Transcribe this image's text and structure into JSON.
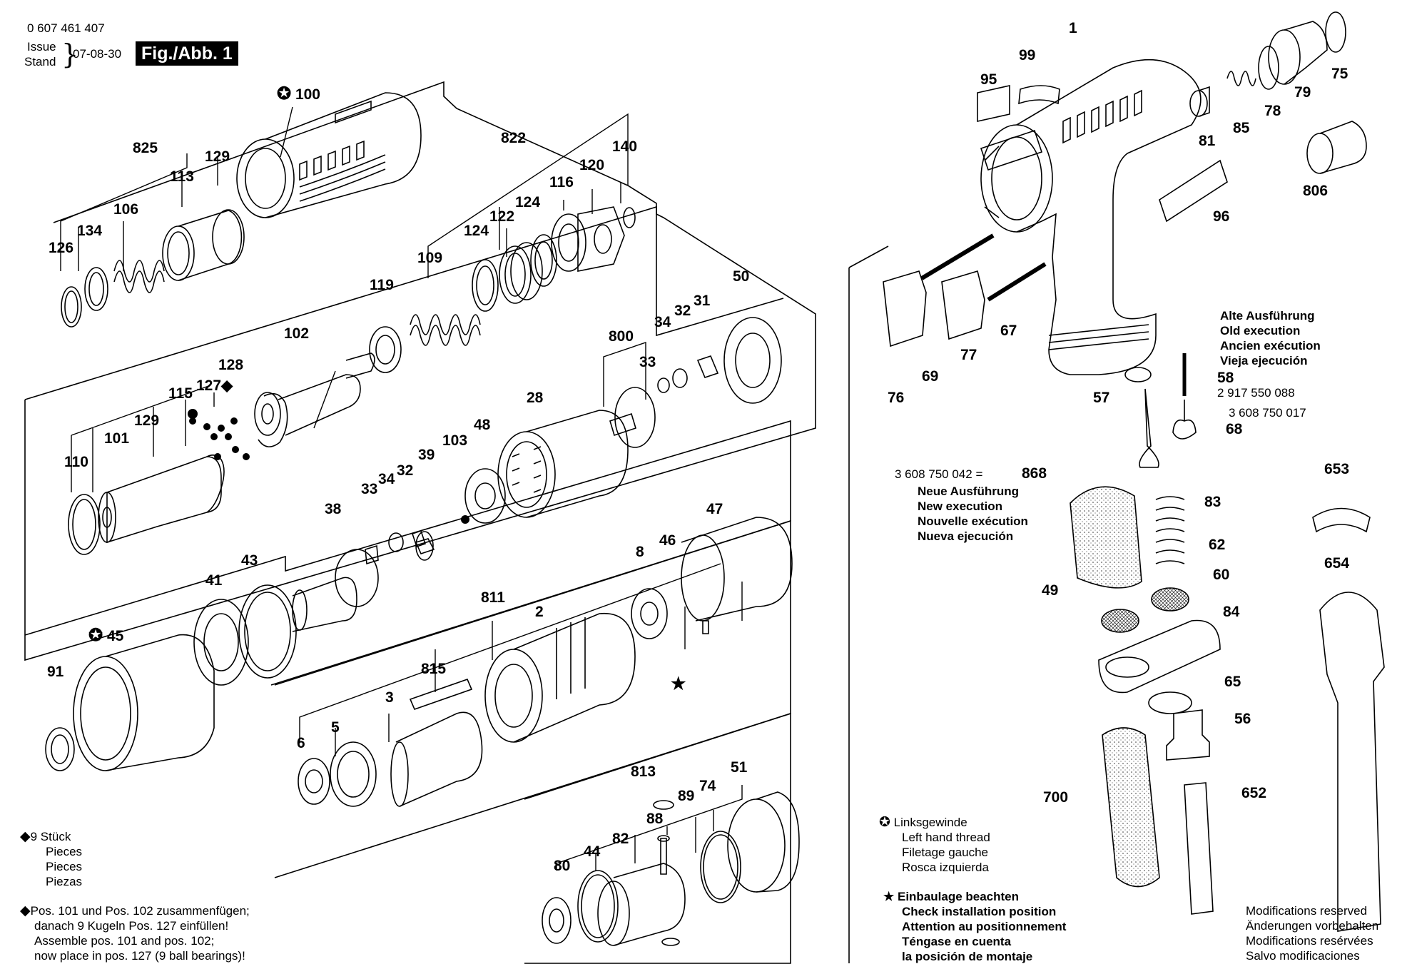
{
  "header": {
    "doc_number": "0 607 461 407",
    "issue_label": "Issue",
    "stand_label": "Stand",
    "date": "07-08-30",
    "figure_label": "Fig./Abb. 1"
  },
  "part_numbers": [
    "100",
    "825",
    "129",
    "106",
    "113",
    "134",
    "126",
    "822",
    "140",
    "116",
    "120",
    "124",
    "122",
    "124",
    "109",
    "119",
    "102",
    "128",
    "127",
    "115",
    "129",
    "101",
    "110",
    "28",
    "48",
    "103",
    "39",
    "32",
    "34",
    "33",
    "38",
    "43",
    "41",
    "45",
    "91",
    "800",
    "34",
    "32",
    "31",
    "33",
    "50",
    "811",
    "47",
    "46",
    "8",
    "2",
    "815",
    "3",
    "5",
    "6",
    "813",
    "51",
    "74",
    "89",
    "88",
    "82",
    "44",
    "80",
    "1",
    "99",
    "95",
    "75",
    "79",
    "78",
    "85",
    "81",
    "96",
    "806",
    "76",
    "69",
    "77",
    "67",
    "57",
    "58",
    "68",
    "868",
    "83",
    "62",
    "60",
    "49",
    "84",
    "65",
    "56",
    "700",
    "652",
    "653",
    "654"
  ],
  "legend": {
    "star_outline_lines": [
      "Linksgewinde",
      "Left hand thread",
      "Filetage gauche",
      "Rosca izquierda"
    ],
    "star_lines": [
      "Einbaulage beachten",
      "Check installation position",
      "Attention au positionnement",
      "Téngase en cuenta",
      "la posición de montaje"
    ]
  },
  "notes": {
    "diamond_a_lines": [
      "9 Stück",
      "Pieces",
      "Pieces",
      "Piezas"
    ],
    "diamond_b_lines": [
      "Pos. 101 und Pos. 102 zusammenfügen;",
      "danach 9 Kugeln Pos. 127 einfüllen!",
      "Assemble pos. 101 and pos. 102;",
      "now place in pos. 127 (9 ball bearings)!"
    ]
  },
  "old_execution": {
    "lines": [
      "Alte Ausführung",
      "Old execution",
      "Ancien exécution",
      "Vieja ejecución"
    ],
    "part_58_number": "2 917 550 088",
    "part_68_number": "3 608 750 017"
  },
  "new_execution": {
    "kit_number": "3 608 750 042 =",
    "lines": [
      "Neue Ausführung",
      "New execution",
      "Nouvelle exécution",
      "Nueva ejecución"
    ]
  },
  "modifications": [
    "Modifications reserved",
    "Änderungen vorbehalten",
    "Modifications resérvées",
    "Salvo modificaciones"
  ]
}
